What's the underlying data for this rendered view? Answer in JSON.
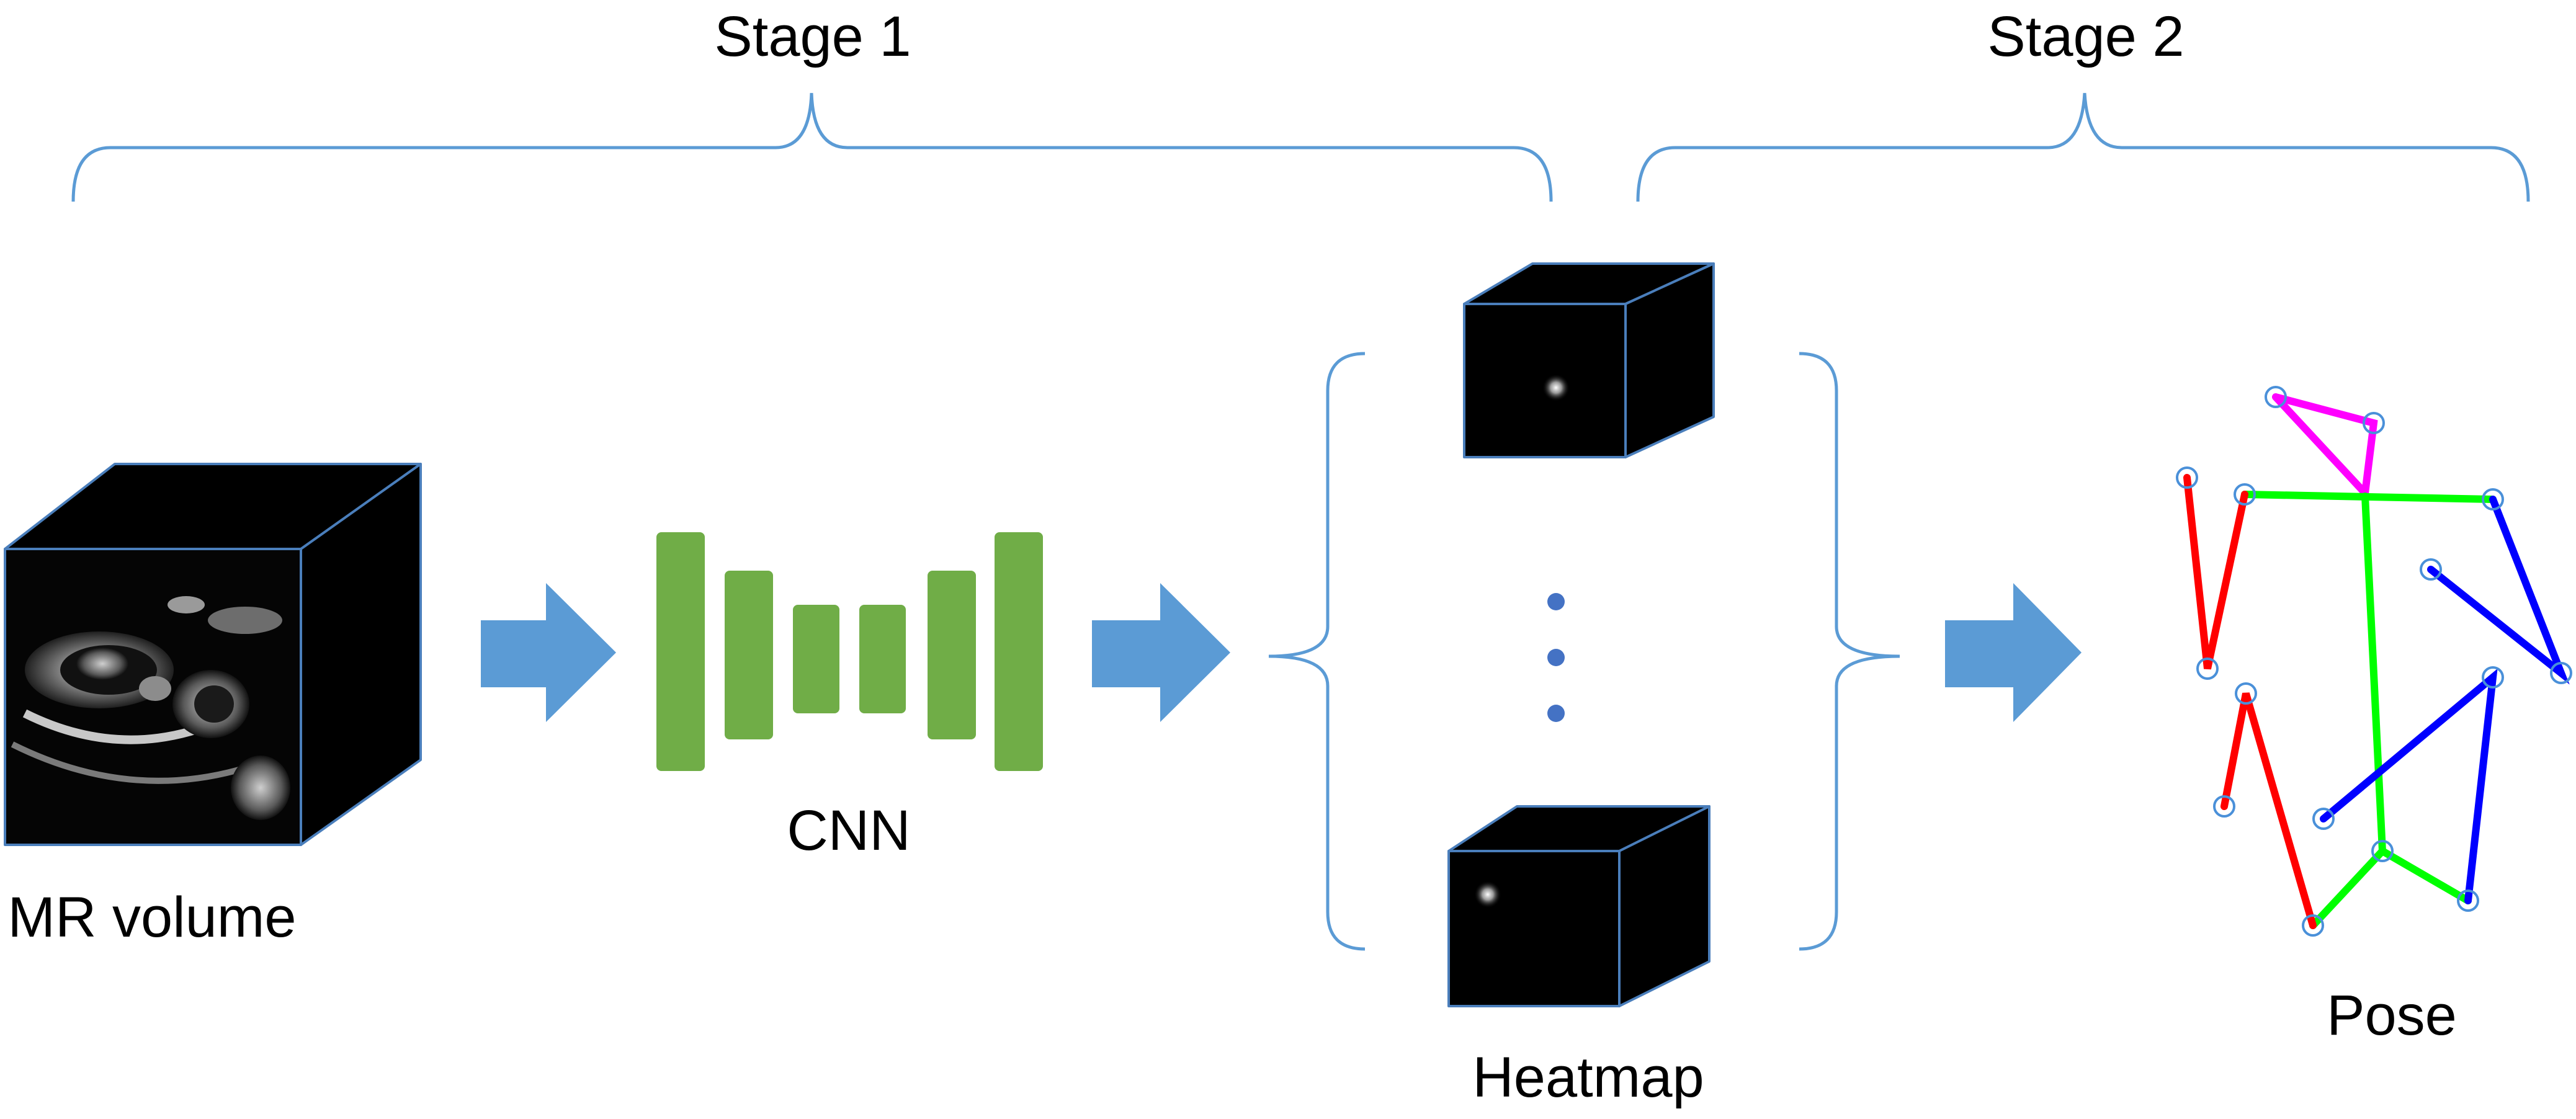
{
  "stages": {
    "stage1_label": "Stage 1",
    "stage2_label": "Stage 2"
  },
  "labels": {
    "mr_volume": "MR volume",
    "cnn": "CNN",
    "heatmap": "Heatmap",
    "pose": "Pose"
  },
  "colors": {
    "bracket": "#5b9bd5",
    "arrow": "#5b9bd5",
    "cnn_block": "#70ad47",
    "cube_face": "#000000",
    "cube_edge": "#4a7ebb",
    "dot": "#4472c4",
    "pose_green": "#00ff00",
    "pose_red": "#ff0000",
    "pose_blue": "#0000ff",
    "pose_magenta": "#ff00ff",
    "pose_joint": "#4a90d9"
  },
  "icons": {
    "mr_volume": "mri-slice-cube",
    "heatmap": "heatmap-cube",
    "pose": "skeleton-keypoints"
  }
}
